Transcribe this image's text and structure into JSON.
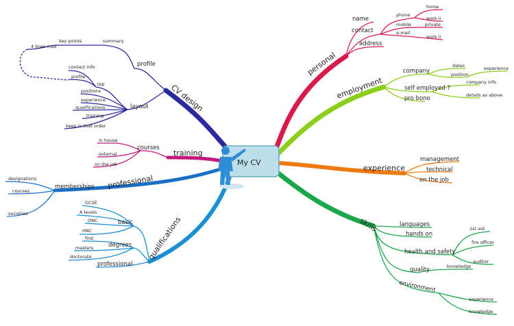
{
  "center": {
    "label": "My CV"
  },
  "colors": {
    "cv_design": "#2a2a9e",
    "personal": "#d81b4b",
    "employment": "#8ccf1a",
    "training": "#c2187a",
    "experience": "#f07a12",
    "professional": "#1a6fc4",
    "qualifications": "#1a8fd4",
    "skills": "#1aa84a",
    "center_fill": "#bcdfe9",
    "center_border": "#6aa7c6",
    "figure": "#2f8dd6"
  },
  "cv_design": {
    "label": "CV design",
    "profile": {
      "label": "profile",
      "summary": "summary",
      "key_points": "key points",
      "four_lines": "4 lines max"
    },
    "layout": {
      "label": "layout",
      "top": "top",
      "contact_info": "contact info",
      "profile": "profile",
      "positions": "positions",
      "experience": "experience",
      "qualifications": "qualifications",
      "training": "training",
      "order": "keep in that order"
    }
  },
  "personal": {
    "label": "personal",
    "name": "name",
    "contact": {
      "label": "contact",
      "phone": "phone",
      "home": "home",
      "work1": "work ii",
      "mobile": "mobile",
      "private": "private",
      "email": "e-mail",
      "work2": "work ii"
    },
    "address": "address"
  },
  "employment": {
    "label": "employment",
    "company": "company",
    "dates": "dates",
    "position": "position",
    "experience": "experience",
    "self_employed": "self employed ?",
    "company_info": "company info",
    "details": "details as above",
    "pro_bono": "pro bono"
  },
  "training": {
    "label": "training",
    "courses": "courses",
    "in_house": "in house",
    "external": "external",
    "on_the_job": "on the job"
  },
  "experience": {
    "label": "experience",
    "management": "management",
    "technical": "technical",
    "on_the_job": "on the job"
  },
  "professional": {
    "label": "professional",
    "memberships": "memberships",
    "designations": "designations",
    "courses": "courses",
    "societies": "societies"
  },
  "qualifications": {
    "label": "qualifications",
    "basic": "basic",
    "gcse": "GCSE",
    "a_levels": "A levels",
    "onc": "ONC",
    "hnc": "HNC",
    "degrees": "degrees",
    "first": "first",
    "masters": "masters",
    "doctorate": "doctorate",
    "professional": "professional"
  },
  "skills": {
    "label": "skills",
    "languages": "languages",
    "hands_on": "hands on",
    "health_safety": "health and safety",
    "first_aid": "1st aid",
    "fire_officer": "fire officer",
    "auditor": "auditor",
    "quality": "quality",
    "knowledge": "knowledge",
    "environment": "environment",
    "env_experience": "experience",
    "env_knowledge": "knowledge"
  }
}
